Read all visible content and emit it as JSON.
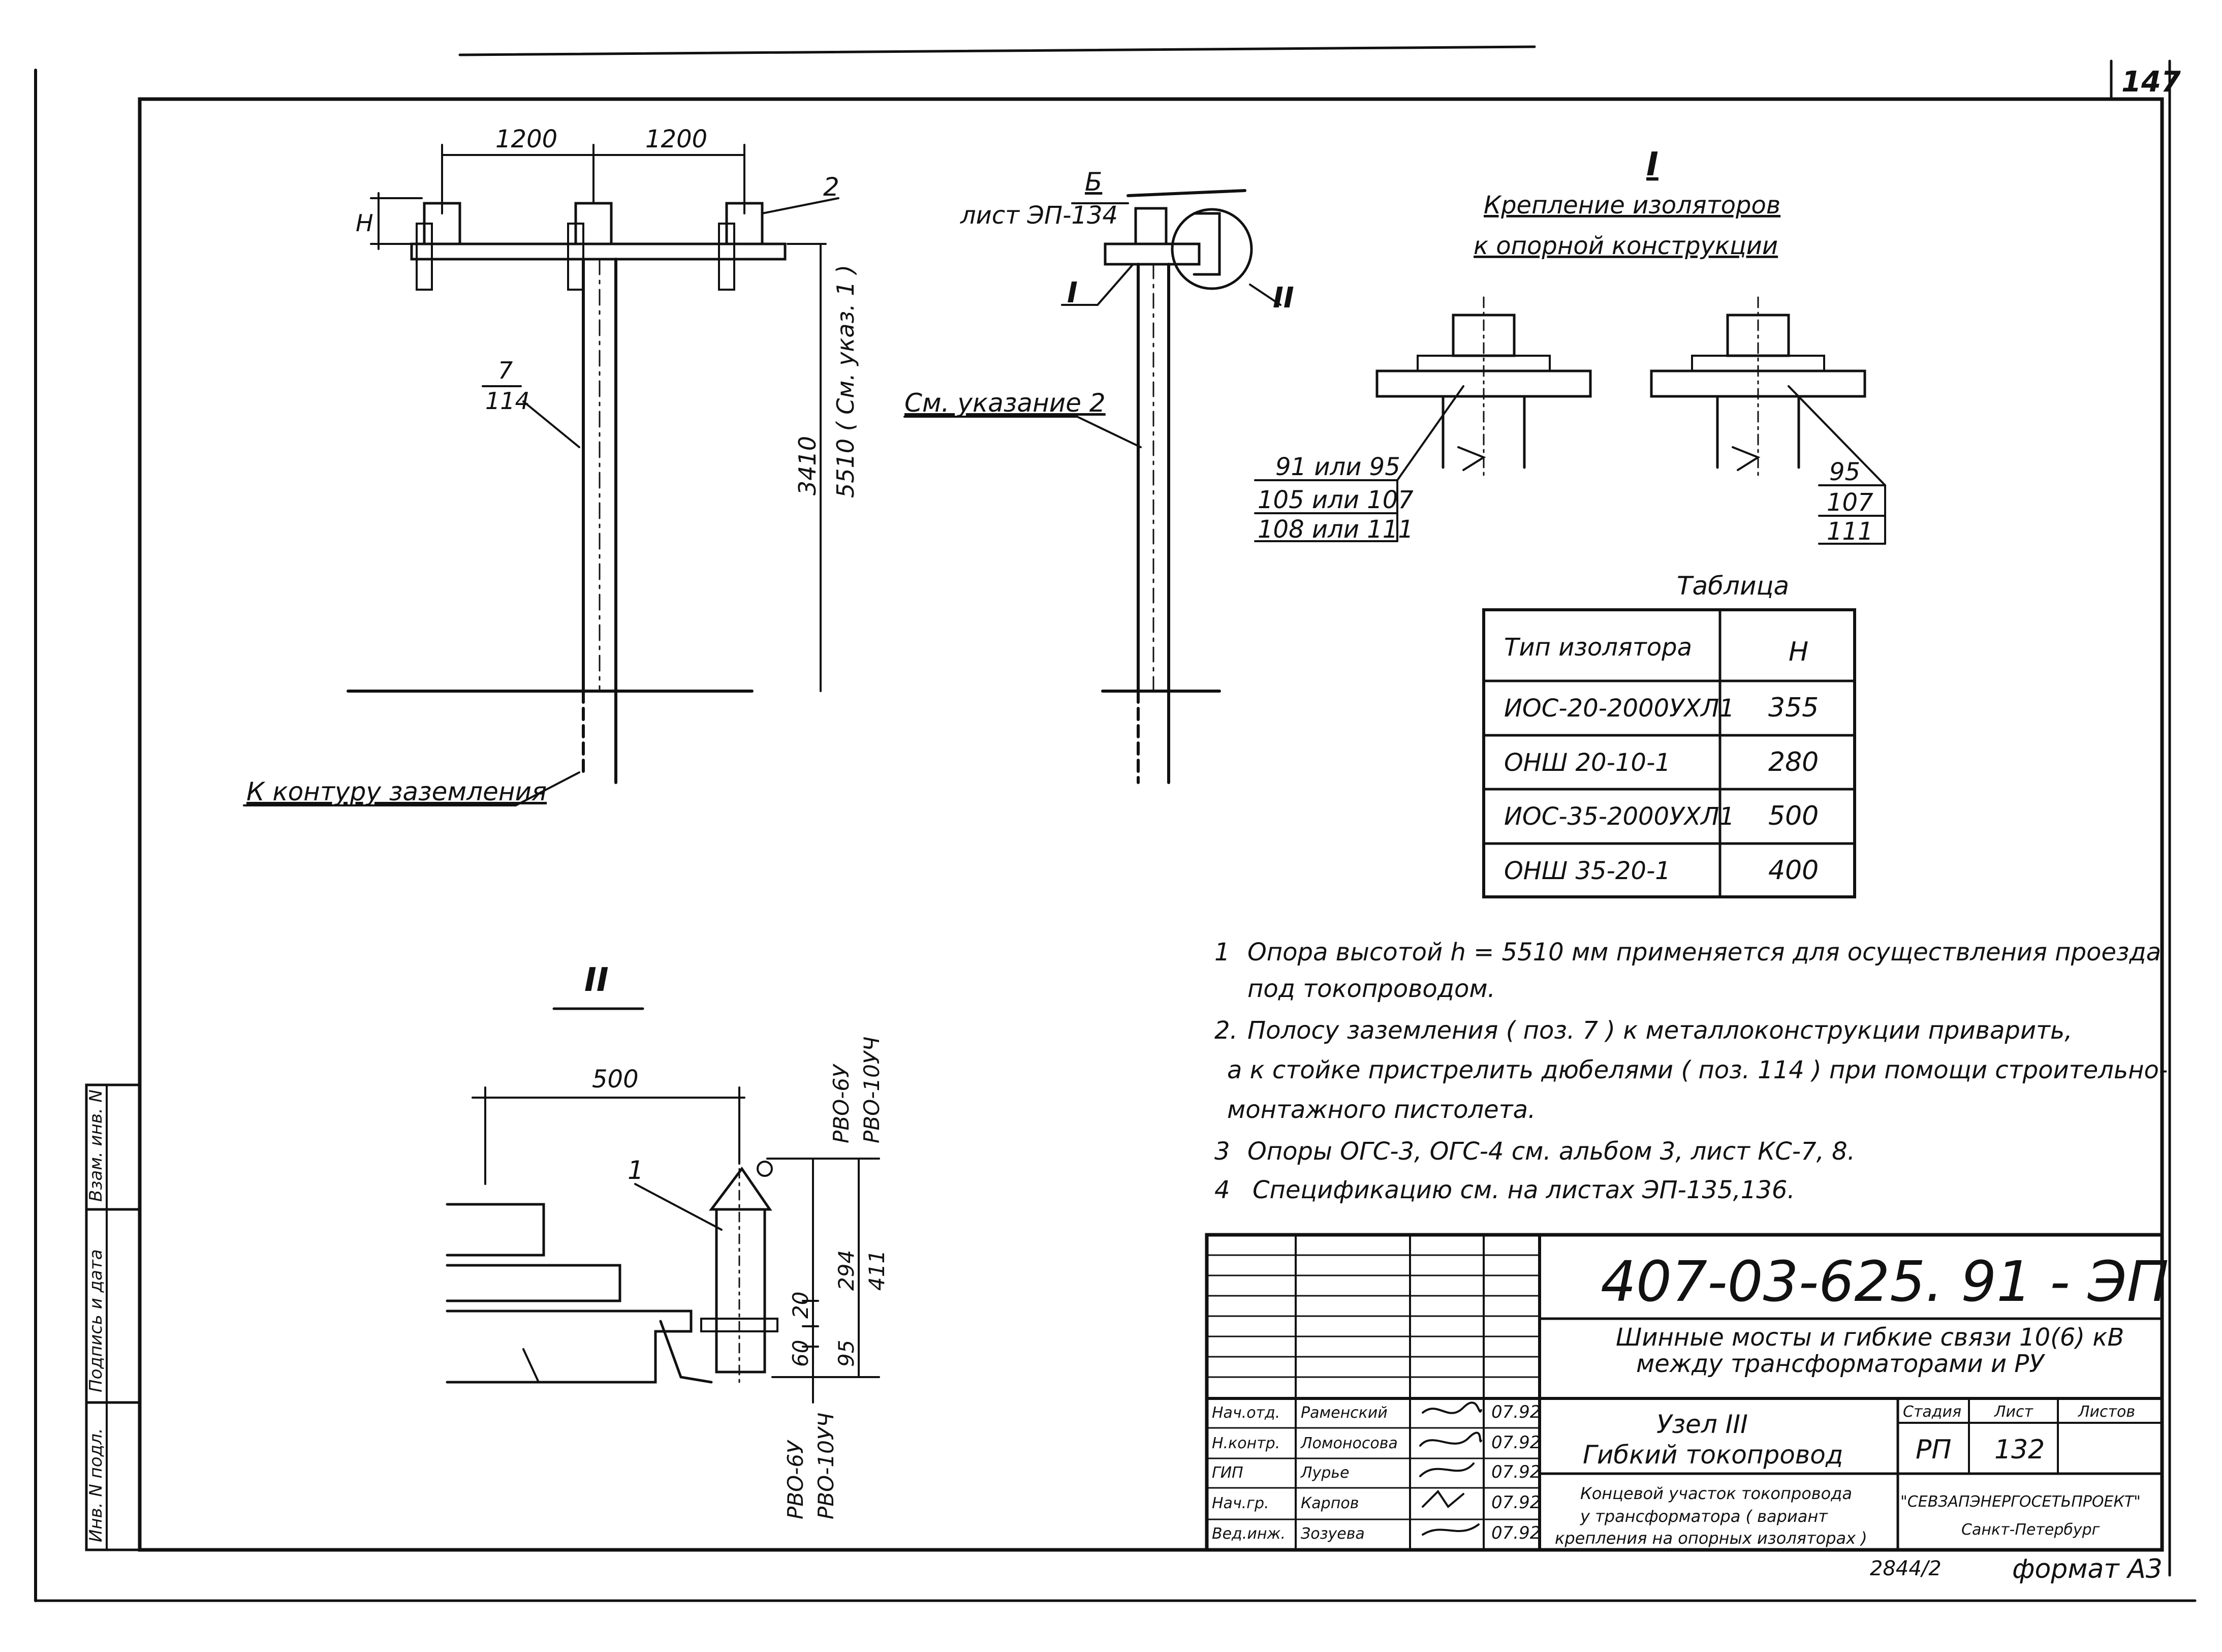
{
  "sheet_number": "147",
  "front_view": {
    "dim_left": "1200",
    "dim_right": "1200",
    "h_label": "H",
    "item_2": "2",
    "item_7": "7",
    "item_114": "114",
    "dim_3410": "3410",
    "dim_5510": "5510 ( См. указ. 1 )",
    "grounding_label": "К контуру заземления"
  },
  "side_view": {
    "section_letter": "Б",
    "sheet_ref": "лист ЭП-134",
    "mark_I": "I",
    "mark_II": "II",
    "note_ref": "См. указание 2"
  },
  "detail_I": {
    "title_mark": "I",
    "title_line1": "Крепление изоляторов",
    "title_line2": "к опорной конструкции",
    "left_labels": [
      "91 или 95",
      "105 или 107",
      "108 или 111"
    ],
    "right_labels": [
      "95",
      "107",
      "111"
    ]
  },
  "table": {
    "caption": "Таблица",
    "header": [
      "Тип изолятора",
      "H"
    ],
    "rows": [
      [
        "ИОС-20-2000УХЛ1",
        "355"
      ],
      [
        "ОНШ 20-10-1",
        "280"
      ],
      [
        "ИОС-35-2000УХЛ1",
        "500"
      ],
      [
        "ОНШ 35-20-1",
        "400"
      ]
    ]
  },
  "notes": [
    {
      "num": "1",
      "line1": "Опора высотой h = 5510 мм применяется для осуществления проезда",
      "line2": "под токопроводом."
    },
    {
      "num": "2.",
      "line1": "Полосу заземления ( поз. 7 ) к металлоконструкции приварить,",
      "line2": "а к стойке пристрелить дюбелями ( поз. 114 ) при помощи строительно-",
      "line3": "монтажного пистолета."
    },
    {
      "num": "3",
      "line1": "Опоры ОГС-3, ОГС-4 см. альбом 3, лист КС-7, 8."
    },
    {
      "num": "4",
      "line1": "Спецификацию см. на листах ЭП-135,136."
    }
  ],
  "detail_II": {
    "title_mark": "II",
    "dim_500": "500",
    "item_1": "1",
    "rvo_top_1": "РВО-6У",
    "rvo_top_2": "РВО-10УЧ",
    "rvo_bot_1": "РВО-6У",
    "rvo_bot_2": "РВО-10УЧ",
    "dim_20": "20",
    "dim_60": "60",
    "dim_294": "294",
    "dim_95": "95",
    "dim_411": "411"
  },
  "side_stamp": [
    "Инв. N подл.",
    "Подпись и дата",
    "Взам. инв. N"
  ],
  "title_block": {
    "doc_code": "407-03-625. 91 - ЭП",
    "project_line1": "Шинные мосты и гибкие связи 10(6) кВ",
    "project_line2": "между трансформаторами и РУ",
    "roles": [
      {
        "role": "Нач.отд.",
        "name": "Раменский",
        "date": "07.92"
      },
      {
        "role": "Н.контр.",
        "name": "Ломоносова",
        "date": "07.92"
      },
      {
        "role": "ГИП",
        "name": "Лурье",
        "date": "07.92"
      },
      {
        "role": "Нач.гр.",
        "name": "Карпов",
        "date": "07.92"
      },
      {
        "role": "Вед.инж.",
        "name": "Зозуева",
        "date": "07.92"
      }
    ],
    "node_line1": "Узел III",
    "node_line2": "Гибкий токопровод",
    "sheet_desc_1": "Концевой участок токопровода",
    "sheet_desc_2": "у трансформатора ( вариант",
    "sheet_desc_3": "крепления на опорных изоляторах )",
    "stage_hdr": "Стадия",
    "sheet_hdr": "Лист",
    "sheets_hdr": "Листов",
    "stage_val": "РП",
    "sheet_val": "132",
    "org_line1": "\"СЕВЗАПЭНЕРГОСЕТЬПРОЕКТ\"",
    "org_line2": "Санкт-Петербург",
    "copy_num": "2844/2",
    "format_label": "формат А3"
  }
}
